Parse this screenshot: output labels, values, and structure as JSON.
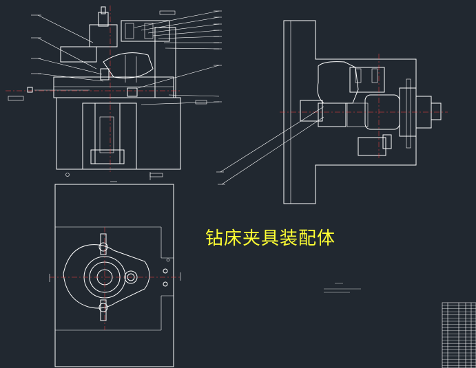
{
  "drawing": {
    "title": "钻床夹具装配体",
    "colors": {
      "background": "#212830",
      "lines": "#ffffff",
      "title": "#ffff33",
      "centerline": "#ff4040",
      "accent_green": "#40ff60",
      "accent_cyan": "#40e0ff"
    }
  },
  "views": [
    {
      "name": "front-section-view"
    },
    {
      "name": "side-section-view"
    },
    {
      "name": "top-view"
    }
  ],
  "notes": {
    "name": "technical-requirements-note"
  },
  "title_block": {
    "name": "parts-list-table"
  }
}
